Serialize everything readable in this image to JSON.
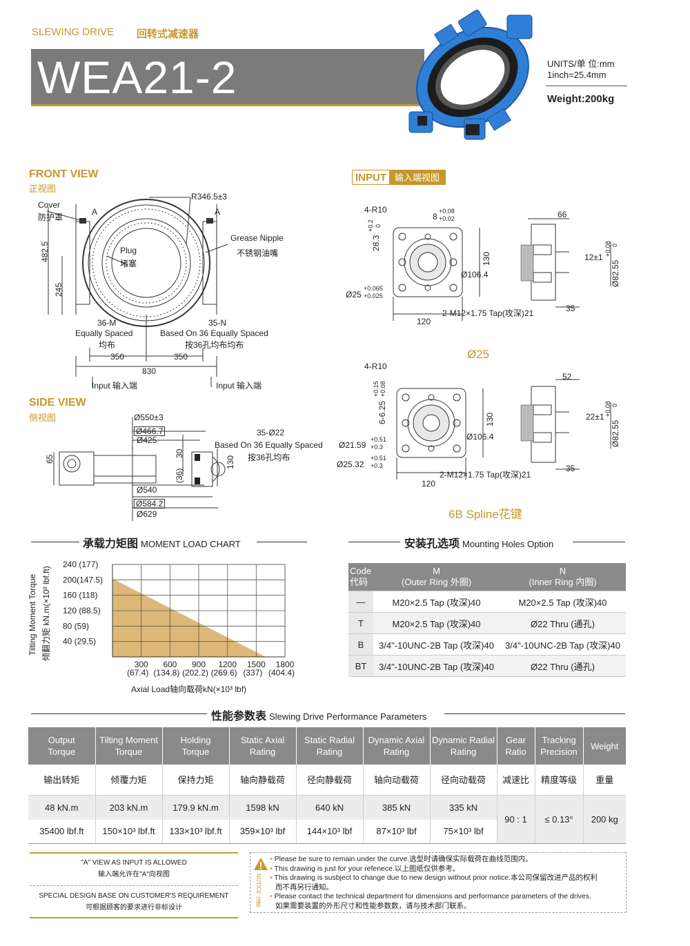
{
  "header": {
    "series_en": "SLEWING DRIVE",
    "series_cn": "回转式减速器",
    "model": "WEA21-2",
    "units": "UNITS/单  位:mm",
    "inch": "1inch=25.4mm",
    "weight": "Weight:200kg"
  },
  "front_view": {
    "title_en": "FRONT VIEW",
    "title_cn": "正视图",
    "cover_en": "Cover",
    "cover_cn": "防护罩",
    "a_left": "A",
    "a_right": "A",
    "radius": "R346.5±3",
    "grease_en": "Grease Nipple",
    "grease_cn": "不锈钢油嘴",
    "plug_en": "Plug",
    "plug_cn": "堵塞",
    "dim_482": "482.5",
    "dim_245": "245",
    "holes_m": "36-M",
    "holes_m_en": "Equally Spaced",
    "holes_m_cn": "均布",
    "holes_n": "35-N",
    "holes_n_en": "Based On 36 Equally Spaced",
    "holes_n_cn": "按36孔均布均布",
    "dim_350a": "350",
    "dim_350b": "350",
    "dim_830": "830",
    "input_l": "Input  输入端",
    "input_r": "Input  输入端"
  },
  "side_view": {
    "title_en": "SIDE VIEW",
    "title_cn": "侧视图",
    "d550": "Ø550±3",
    "d466": "Ø466.7",
    "d425": "Ø425",
    "holes": "35-Ø22",
    "holes_en": "Based On 36 Equally Spaced",
    "holes_cn": "按36孔均布",
    "h65": "65",
    "h30": "30",
    "h36": "(36)",
    "h130": "130",
    "d540": "Ø540",
    "d584": "Ø584.2",
    "d629": "Ø629"
  },
  "input_view": {
    "badge": "INPUT",
    "title_cn": "输入端视图",
    "r10a": "4-R10",
    "key8": "8",
    "key8_tol_u": "+0.08",
    "key8_tol_l": "+0.02",
    "d28": "28.3",
    "d28_tol_u": "+0.2",
    "d28_tol_l": "0",
    "d106a": "Ø106.4",
    "h130a": "130",
    "d25": "Ø25",
    "d25_tol_u": "+0.065",
    "d25_tol_l": "+0.025",
    "tap_a": "2-M12×1.75 Tap(攻深)21",
    "w120a": "120",
    "s66": "66",
    "s12": "12±1",
    "s82a": "Ø82.55",
    "s82a_tol_u": "+0.08",
    "s82a_tol_l": "0",
    "s35a": "35",
    "caption_a": "Ø25",
    "r10b": "4-R10",
    "d625": "6-6.25",
    "d625_tol_u": "+0.15",
    "d625_tol_l": "+0.08",
    "h130b": "130",
    "d2159": "Ø21.59",
    "d2159_tol_u": "+0.51",
    "d2159_tol_l": "+0.3",
    "d106b": "Ø106.4",
    "d2532": "Ø25.32",
    "d2532_tol_u": "+0.51",
    "d2532_tol_l": "+0.3",
    "tap_b": "2-M12×1.75 Tap(攻深)21",
    "w120b": "120",
    "s52": "52",
    "s22": "22±1",
    "s82b": "Ø82.55",
    "s82b_tol_u": "+0.08",
    "s82b_tol_l": "0",
    "s35b": "35",
    "caption_b": "6B Spline花键"
  },
  "moment_chart": {
    "title_cn": "承载力矩图",
    "title_en": "MOMENT LOAD CHART",
    "ylabel_en": "Tilting Moment Torque",
    "ylabel_cn": "倾翻力矩 kN.m(×10³ lbf.ft)",
    "xlabel": "Axial Load轴向载荷kN(×10³ lbf)"
  },
  "chart_data": {
    "type": "area",
    "title": "承载力矩图 MOMENT LOAD CHART",
    "xlabel": "Axial Load轴向载荷kN(×10³ lbf)",
    "ylabel": "Tilting Moment Torque 倾翻力矩 kN.m(×10³ lbf.ft)",
    "xlim": [
      0,
      1800
    ],
    "ylim": [
      0,
      240
    ],
    "x_ticks": [
      "300",
      "600",
      "900",
      "1200",
      "1500",
      "1800"
    ],
    "x_ticks_sub": [
      "(67.4)",
      "(134.8)",
      "(202.2)",
      "(269.6)",
      "(337)",
      "(404.4)"
    ],
    "y_ticks": [
      "240 (177)",
      "200(147.5)",
      "160  (118)",
      "120  (88.5)",
      "80    (59)",
      "40   (29.5)"
    ],
    "y_tick_values": [
      240,
      200,
      160,
      120,
      80,
      40
    ],
    "x_tick_values": [
      300,
      600,
      900,
      1200,
      1500,
      1800
    ],
    "grid": true,
    "series": [
      {
        "x": [
          0,
          0,
          1598
        ],
        "y": [
          0,
          203,
          0
        ]
      }
    ]
  },
  "mounting": {
    "title_cn": "安装孔选项",
    "title_en": "Mounting Holes Option",
    "head_code": "Code\n代码",
    "head_m": "M\n(Outer Ring 外圈)",
    "head_n": "N\n(Inner Ring 内圈)",
    "rows": [
      {
        "code": "—",
        "m": "M20×2.5 Tap (攻深)40",
        "n": "M20×2.5 Tap (攻深)40"
      },
      {
        "code": "T",
        "m": "M20×2.5 Tap (攻深)40",
        "n": "Ø22 Thru (通孔)"
      },
      {
        "code": "B",
        "m": "3/4\"-10UNC-2B Tap (攻深)40",
        "n": "3/4\"-10UNC-2B Tap (攻深)40"
      },
      {
        "code": "BT",
        "m": "3/4\"-10UNC-2B Tap (攻深)40",
        "n": "Ø22 Thru (通孔)"
      }
    ]
  },
  "performance": {
    "title_cn": "性能参数表",
    "title_en": "Slewing Drive Performance Parameters",
    "heads_en": [
      "Output\nTorque",
      "Tilting Moment\nTorque",
      "Holding\nTorque",
      "Static Axial\nRating",
      "Static Radial\nRating",
      "Dynamic Axial\nRating",
      "Dynamic Radial\nRating",
      "Gear\nRatio",
      "Tracking\nPrecision",
      "Weight"
    ],
    "heads_cn": [
      "输出转矩",
      "倾覆力矩",
      "保持力矩",
      "轴向静载荷",
      "径向静载荷",
      "轴向动载荷",
      "径向动载荷",
      "减速比",
      "精度等级",
      "重量"
    ],
    "row_metric": [
      "48 kN.m",
      "203 kN.m",
      "179.9 kN.m",
      "1598 kN",
      "640 kN",
      "385 kN",
      "335 kN"
    ],
    "row_imperial": [
      "35400 lbf.ft",
      "150×10³ lbf.ft",
      "133×10³ lbf.ft",
      "359×10³ lbf",
      "144×10³ lbf",
      "87×10³ lbf",
      "75×10³ lbf"
    ],
    "gear_ratio": "90 : 1",
    "precision": "≤ 0.13°",
    "weight": "200 kg"
  },
  "notes": {
    "left1_en": "\"A\" VIEW AS INPUT IS ALLOWED",
    "left1_cn": "输入端允许在\"A\"向视图",
    "left2_en": "SPECIAL DESIGN BASE ON CUSTOMER'S REQUIREMENT",
    "left2_cn": "可根据顾客的要求进行非标设计",
    "notice_label": "NOTICE 注意",
    "items": [
      "Please be sure to remain under the curve.选型时请确保实际载荷在曲线范围内。",
      "This drawing is just for your refenece.以上图纸仅供参考。",
      "This drawing is susbject to change due to new design without prior notice.本公司保留改进产品的权利",
      "而不再另行通知。",
      "Please contact the technical department for dimensions and performance parameters of the drives.",
      "如果需要装置的外形尺寸和性能参数数，请与技术部门联系。"
    ]
  },
  "colors": {
    "accent": "#c8962c",
    "header_bar": "#7b7b7b",
    "chart_fill": "#deb877",
    "product_blue": "#2f7fd6"
  }
}
